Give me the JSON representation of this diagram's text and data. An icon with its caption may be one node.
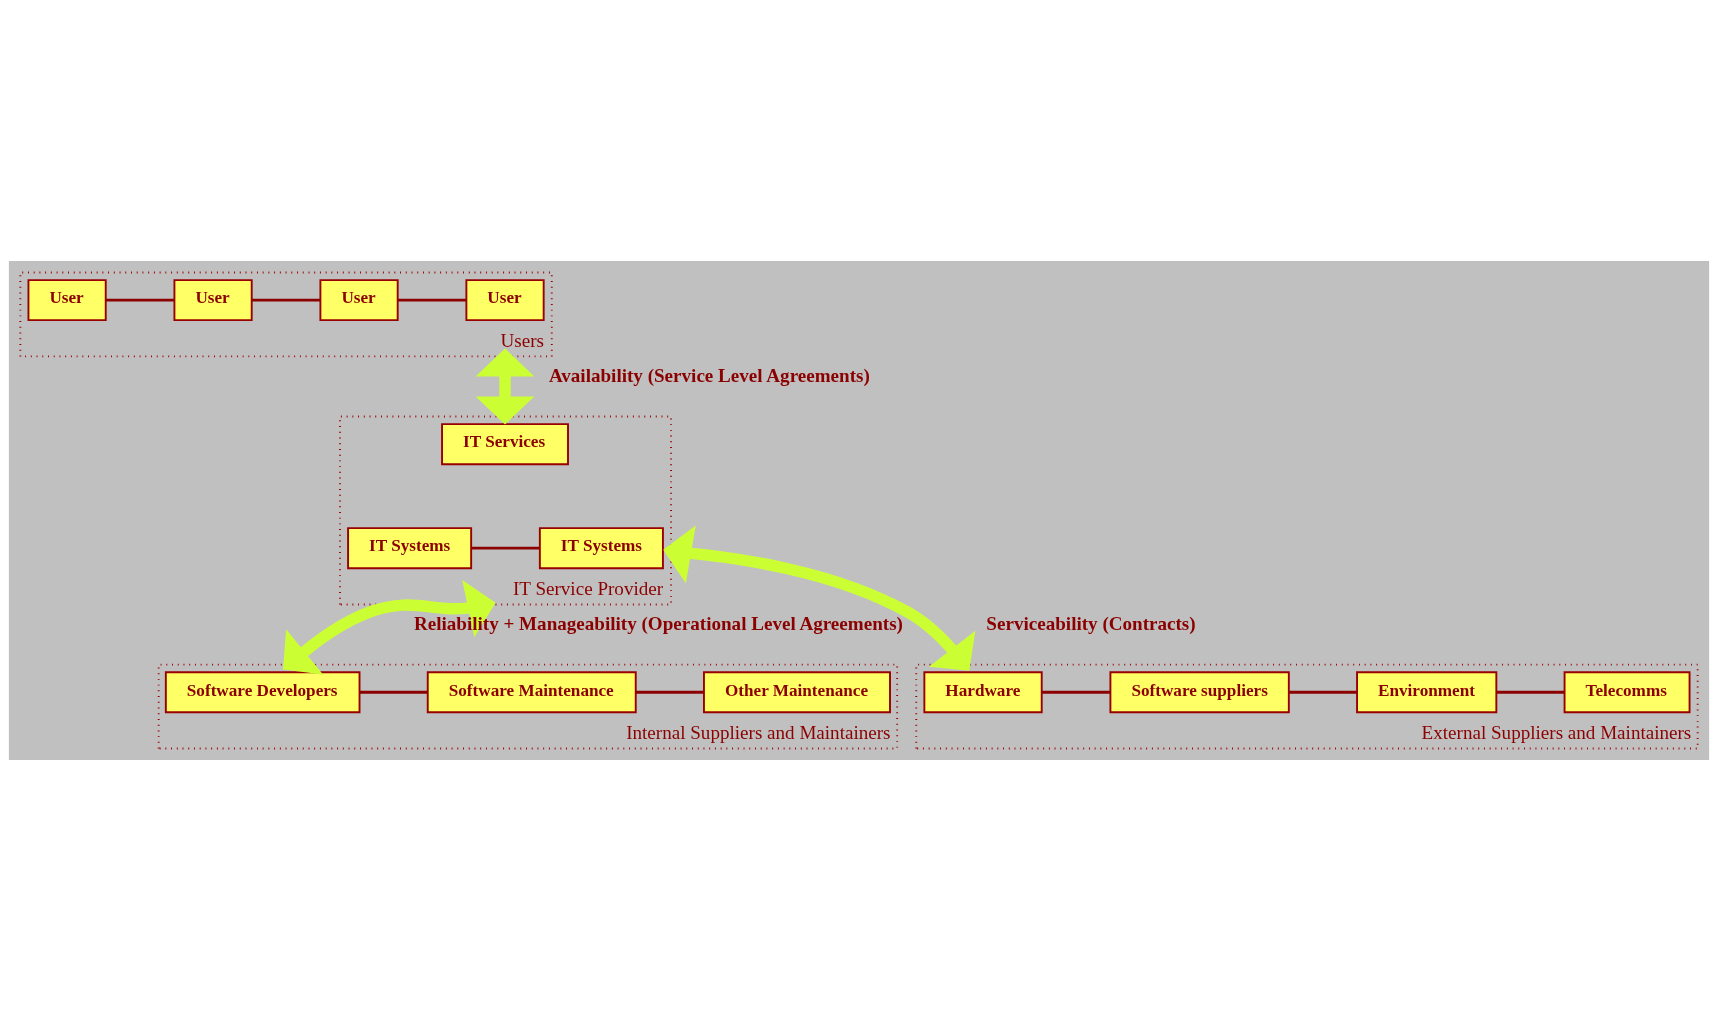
{
  "diagram": {
    "nodes": [
      {
        "text": [
          "Users"
        ]
      },
      {
        "text": [
          "User"
        ],
        "in": 0
      },
      {
        "text": [
          "User"
        ],
        "in": 0
      },
      {
        "text": [
          "User"
        ],
        "in": 0
      },
      {
        "text": [
          "User"
        ],
        "in": 0
      },
      {
        "text": [
          "IT Service Provider"
        ]
      },
      {
        "text": [
          "IT Services"
        ],
        "in": 5
      },
      {
        "text": [
          "IT Systems"
        ],
        "in": 5
      },
      {
        "text": [
          "IT Systems"
        ],
        "in": 5
      },
      {
        "text": [
          "Internal Suppliers and Maintainers"
        ]
      },
      {
        "text": [
          "Software Developers"
        ],
        "in": 9
      },
      {
        "text": [
          "Software Maintenance"
        ],
        "in": 9
      },
      {
        "text": [
          "Other Maintenance"
        ],
        "in": 9
      },
      {
        "text": [
          "External Suppliers and Maintainers"
        ]
      },
      {
        "text": [
          "Hardware"
        ],
        "in": 13
      },
      {
        "text": [
          "Software suppliers"
        ],
        "in": 13
      },
      {
        "text": [
          "Environment"
        ],
        "in": 13
      },
      {
        "text": [
          "Telecomms"
        ],
        "in": 13
      }
    ],
    "edges": [
      {
        "from": 1,
        "to": 2,
        "arrow": "none"
      },
      {
        "from": 2,
        "to": 3,
        "arrow": "none"
      },
      {
        "from": 3,
        "to": 4,
        "arrow": "none"
      },
      {
        "from": 0,
        "to": 5,
        "arrow": "both",
        "label": "Availability (Service Level Agreements)",
        "style": "thick",
        "color": "#ccff33"
      },
      {
        "from": 7,
        "to": 8,
        "arrow": "none"
      },
      {
        "from": 5,
        "to": 9,
        "arrow": "both",
        "label": "Reliability + Manageability (Operational Level Agreements)",
        "style": "thick",
        "color": "#ccff33"
      },
      {
        "from": 10,
        "to": 11,
        "arrow": "none"
      },
      {
        "from": 11,
        "to": 12,
        "arrow": "none"
      },
      {
        "from": 5,
        "to": 13,
        "arrow": "both",
        "label": "Serviceability (Contracts)",
        "style": "thick",
        "color": "#ccff33"
      },
      {
        "from": 14,
        "to": 15,
        "arrow": "none"
      },
      {
        "from": 15,
        "to": 16,
        "arrow": "none"
      },
      {
        "from": 16,
        "to": 17,
        "arrow": "none"
      }
    ]
  }
}
